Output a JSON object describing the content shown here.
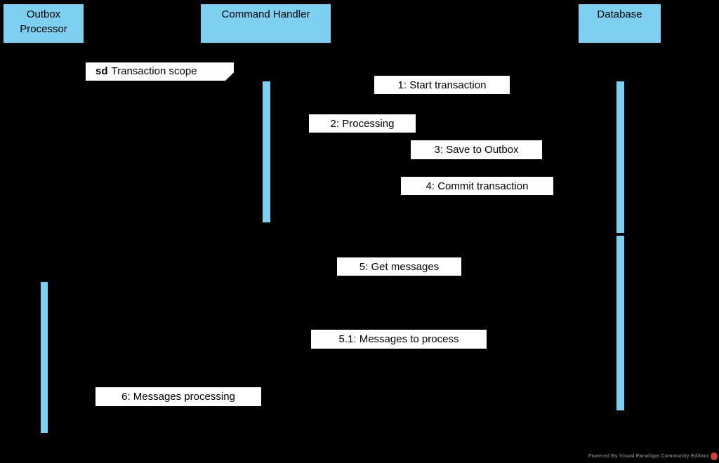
{
  "diagram": {
    "type": "uml-sequence-diagram",
    "frame": {
      "keyword": "sd",
      "title": "Transaction scope"
    },
    "lifelines": [
      {
        "id": "outbox-processor",
        "label": "Outbox Processor"
      },
      {
        "id": "command-handler",
        "label": "Command Handler"
      },
      {
        "id": "database",
        "label": "Database"
      }
    ],
    "messages": [
      {
        "seq": "1",
        "label": "1: Start transaction",
        "from": "command-handler",
        "to": "database"
      },
      {
        "seq": "2",
        "label": "2: Processing",
        "from": "command-handler",
        "to": "command-handler"
      },
      {
        "seq": "3",
        "label": "3: Save to Outbox",
        "from": "command-handler",
        "to": "database"
      },
      {
        "seq": "4",
        "label": "4: Commit transaction",
        "from": "command-handler",
        "to": "database"
      },
      {
        "seq": "5",
        "label": "5: Get messages",
        "from": "outbox-processor",
        "to": "database"
      },
      {
        "seq": "5.1",
        "label": "5.1: Messages to process",
        "from": "database",
        "to": "outbox-processor"
      },
      {
        "seq": "6",
        "label": "6: Messages processing",
        "from": "outbox-processor",
        "to": "outbox-processor"
      }
    ],
    "colors": {
      "background": "#000000",
      "lifeline_fill": "#7DD0F0",
      "border": "#000000",
      "label_background": "#FFFFFF",
      "text": "#000000"
    }
  },
  "watermark": {
    "text": "Powered By Visual Paradigm Community Edition",
    "logo": "visual-paradigm-logo",
    "text_color": "#7A7A7A",
    "logo_color": "#C8413B"
  }
}
